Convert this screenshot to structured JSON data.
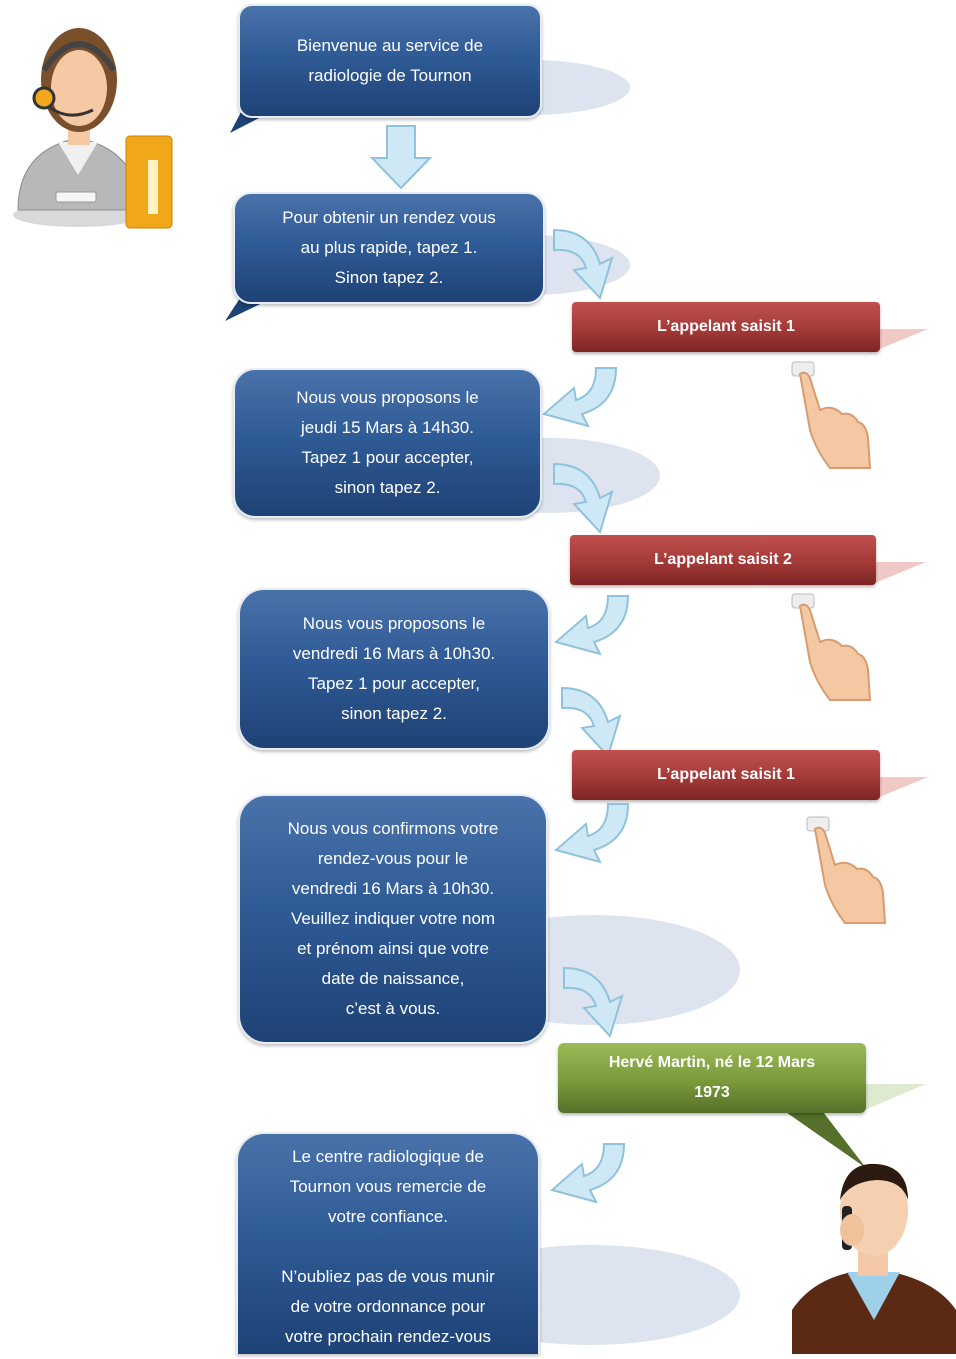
{
  "bubbles": {
    "welcome": [
      "Bienvenue au service de",
      "radiologie de Tournon"
    ],
    "menu": [
      "Pour obtenir un rendez vous",
      "au plus rapide, tapez 1.",
      "Sinon tapez 2."
    ],
    "offer1": [
      "Nous vous proposons le",
      "jeudi 15 Mars à 14h30.",
      "Tapez 1 pour accepter,",
      "sinon tapez 2."
    ],
    "offer2": [
      "Nous vous proposons le",
      "vendredi 16 Mars à 10h30.",
      "Tapez 1 pour accepter,",
      "sinon tapez 2."
    ],
    "confirm": [
      "Nous vous confirmons votre",
      "rendez-vous pour le",
      "vendredi 16 Mars à 10h30.",
      "Veuillez indiquer votre nom",
      "et prénom ainsi que votre",
      "date de naissance,",
      "c’est à vous."
    ],
    "thanks": [
      "Le centre radiologique de",
      "Tournon vous remercie de",
      "votre confiance.",
      "",
      "N’oubliez pas de vous munir",
      "de votre ordonnance pour",
      "votre prochain rendez-vous"
    ]
  },
  "actions": {
    "a1": "L’appelant saisit 1",
    "a2": "L’appelant saisit 2",
    "a3": "L’appelant saisit 1"
  },
  "caller_reply": [
    "Hervé Martin, né le 12 Mars",
    "1973"
  ],
  "colors": {
    "bubble_blue": "#2f5b96",
    "action_red": "#a33a38",
    "reply_green": "#7a9a3a",
    "arrow_fill": "#cfe8f5"
  },
  "icons": {
    "operator": "operator-with-headset-icon",
    "caller": "caller-on-phone-icon",
    "keypress": "finger-pressing-button-icon",
    "flow_arrow": "curved-arrow-icon"
  }
}
